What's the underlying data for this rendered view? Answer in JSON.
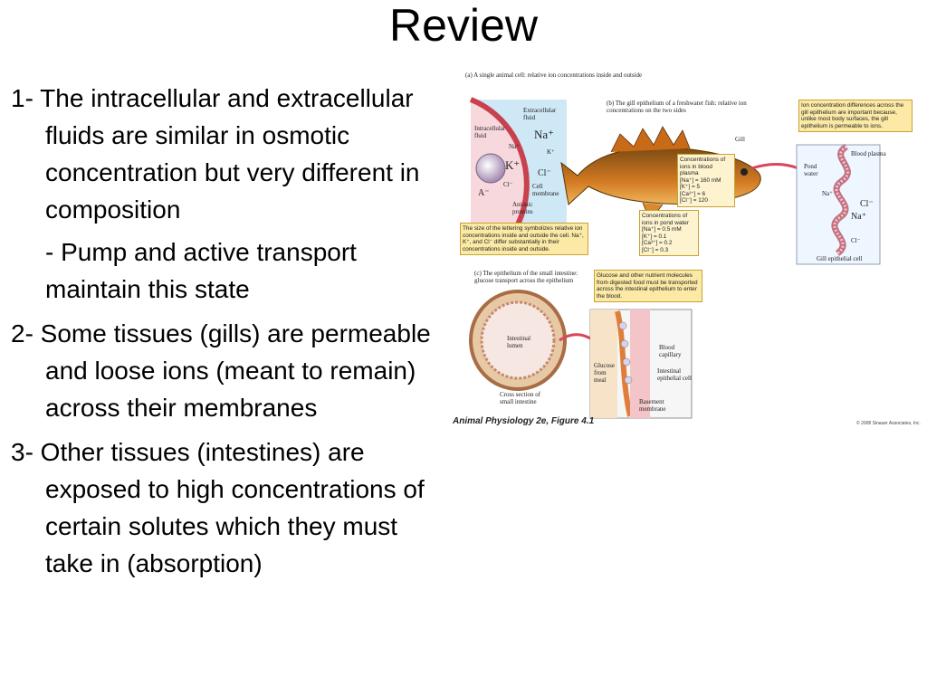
{
  "title": "Review",
  "bullets": [
    {
      "text": "1- The intracellular and extracellular fluids are similar in osmotic concentration but very different in composition"
    },
    {
      "text": "- Pump and active transport maintain this state"
    },
    {
      "text": "2- Some tissues (gills) are permeable and loose ions (meant to remain) across their membranes"
    },
    {
      "text": "3- Other tissues (intestines) are exposed to high concentrations of certain solutes which they must take in (absorption)"
    }
  ],
  "figure": {
    "panel_a": {
      "caption": "(a) A single animal cell: relative ion concentrations inside and outside",
      "extracellular": "Extracellular fluid",
      "intracellular": "Intracellular fluid",
      "na_big": "Na⁺",
      "na_small": "Na⁺",
      "k_small": "K⁺",
      "k_big": "K⁺",
      "cl_big": "Cl⁻",
      "cl_small": "Cl⁻",
      "a_minus": "A⁻",
      "cell_membrane": "Cell membrane",
      "anionic": "Anionic proteins",
      "note": "The size of the lettering symbolizes relative ion concentrations inside and outside the cell. Na⁺, K⁺, and Cl⁻ differ substantially in their concentrations inside and outside."
    },
    "panel_b": {
      "caption": "(b) The gill epithelium of a freshwater fish: relative ion concentrations on the two sides",
      "gill": "Gill",
      "plasma_title": "Concentrations of ions in blood plasma",
      "plasma_values": [
        "[Na⁺] = 160 mM",
        "[K⁺] = 5",
        "[Ca²⁺] = 6",
        "[Cl⁻] = 120"
      ],
      "pond_title": "Concentrations of ions in pond water",
      "pond_values": [
        "[Na⁺] = 0.5 mM",
        "[K⁺] = 0.1",
        "[Ca²⁺] = 0.2",
        "[Cl⁻] = 0.3"
      ],
      "note": "Ion concentration differences across the gill epithelium are important because, unlike most body surfaces, the gill epithelium is permeable to ions.",
      "blood_plasma": "Blood plasma",
      "pond_water": "Pond water",
      "na_small": "Na⁺",
      "cl_big": "Cl⁻",
      "na_big": "Na⁺",
      "cl_small": "Cl⁻",
      "gill_cell": "Gill epithelial cell"
    },
    "panel_c": {
      "caption": "(c) The epithelium of the small intestine: glucose transport across the epithelium",
      "note": "Glucose and other nutrient molecules from digested food must be transported across the intestinal epithelium to enter the blood.",
      "lumen": "Intestinal lumen",
      "cross_section": "Cross section of small intestine",
      "glucose": "Glucose from meal",
      "capillary": "Blood capillary",
      "epithelial": "Intestinal epithelial cell",
      "basement": "Basement membrane"
    },
    "credit": "Animal Physiology 2e, Figure 4.1",
    "copyright": "© 2008 Sinauer Associates, Inc."
  }
}
